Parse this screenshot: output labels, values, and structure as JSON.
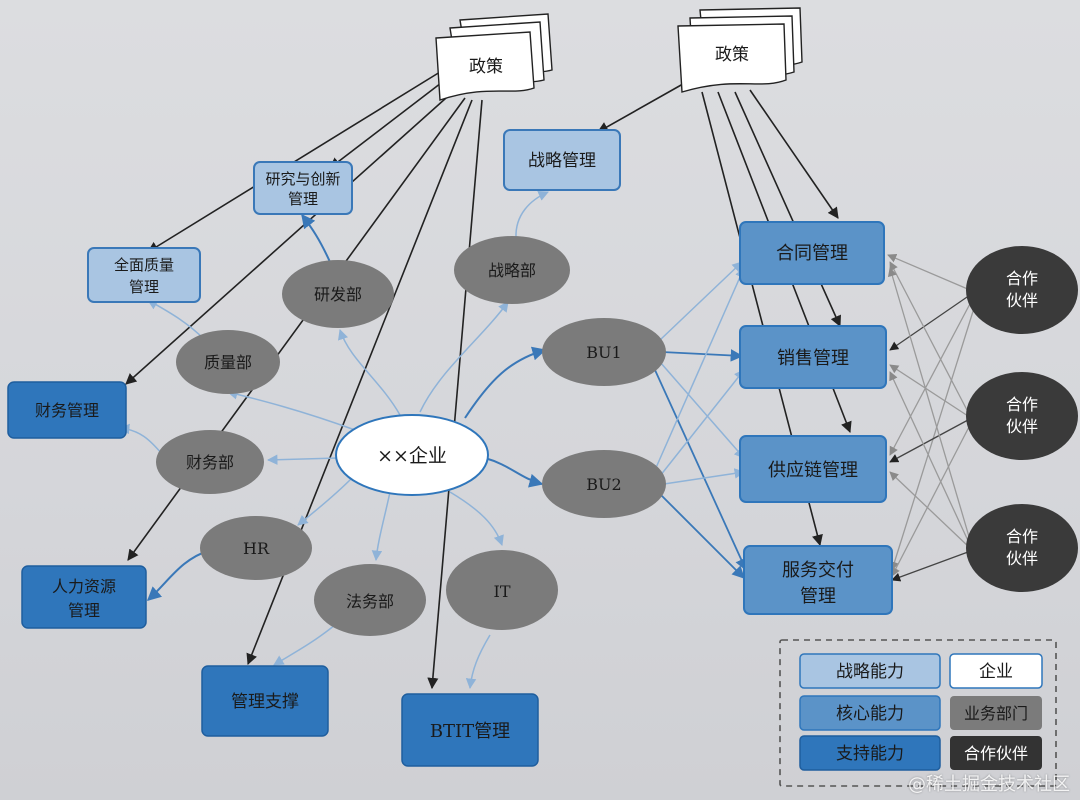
{
  "policy_docs": [
    {
      "label": "政策"
    },
    {
      "label": "政策"
    }
  ],
  "center": {
    "label": "××企业"
  },
  "departments": {
    "rnd": "研发部",
    "quality": "质量部",
    "finance": "财务部",
    "hr": "HR",
    "legal": "法务部",
    "it": "IT",
    "strategy": "战略部",
    "bu1": "BU1",
    "bu2": "BU2"
  },
  "capabilities": {
    "strategy_mgmt": "战略管理",
    "research_mgmt": [
      "研究与创新",
      "管理"
    ],
    "quality_mgmt": [
      "全面质量",
      "管理"
    ],
    "finance_mgmt": "财务管理",
    "hr_mgmt": [
      "人力资源",
      "管理"
    ],
    "mgmt_support": "管理支撑",
    "btit_mgmt": "BTIT管理",
    "contract_mgmt": "合同管理",
    "sales_mgmt": "销售管理",
    "supply_mgmt": "供应链管理",
    "delivery_mgmt": [
      "服务交付",
      "管理"
    ]
  },
  "partners": [
    [
      "合作",
      "伙伴"
    ],
    [
      "合作",
      "伙伴"
    ],
    [
      "合作",
      "伙伴"
    ]
  ],
  "legend": {
    "strategic": "战略能力",
    "core": "核心能力",
    "support": "支持能力",
    "enterprise": "企业",
    "business_dept": "业务部门",
    "partner": "合作伙伴"
  },
  "colors": {
    "strategic_fill": "#a9c5e2",
    "core_fill": "#5b93c8",
    "support_fill": "#2f76bb",
    "dept_fill": "#7b7b7b",
    "partner_fill": "#3a3a3a",
    "enterprise_fill": "#ffffff",
    "arrow_dark": "#222222",
    "arrow_blue": "#3a78b8",
    "arrow_light_blue": "#8fb3d8",
    "arrow_gray": "#9a9a9a"
  },
  "watermark": "@稀土掘金技术社区"
}
